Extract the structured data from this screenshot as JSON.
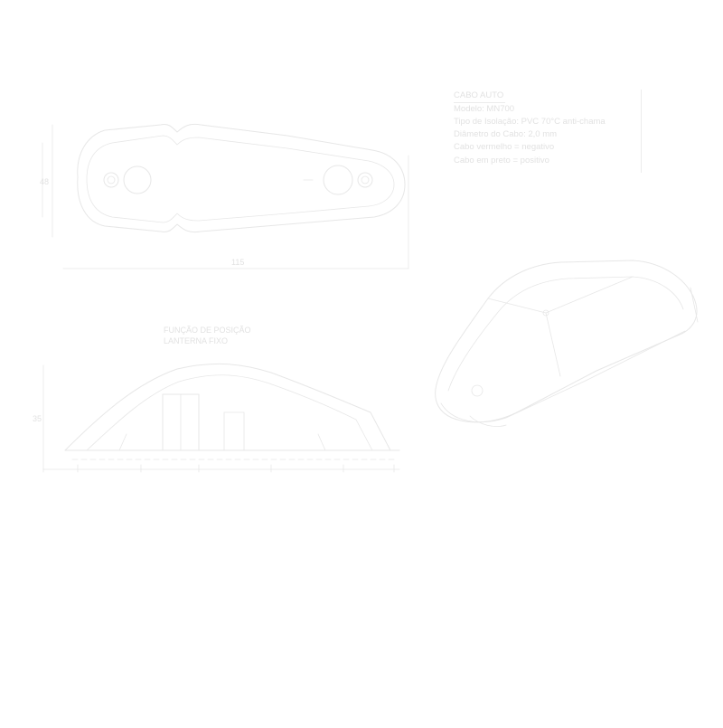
{
  "drawing": {
    "top_view": {
      "dim_width": "115",
      "dim_height": "48"
    },
    "cable_spec": {
      "title": "CABO AUTO",
      "lines": [
        "Modelo: MN700",
        "Tipo de Isolação: PVC 70°C anti-chama",
        "Diâmetro do Cabo: 2,0 mm",
        "Cabo vermelho = negativo",
        "Cabo em preto = positivo"
      ]
    },
    "front_view": {
      "caption_line1": "FUNÇÃO DE POSIÇÃO",
      "caption_line2": "LANTERNA FIXO",
      "dim_height": "35"
    },
    "colors": {
      "stroke": "#e7e7e7",
      "text": "#e2e2e2",
      "background": "#ffffff"
    }
  }
}
